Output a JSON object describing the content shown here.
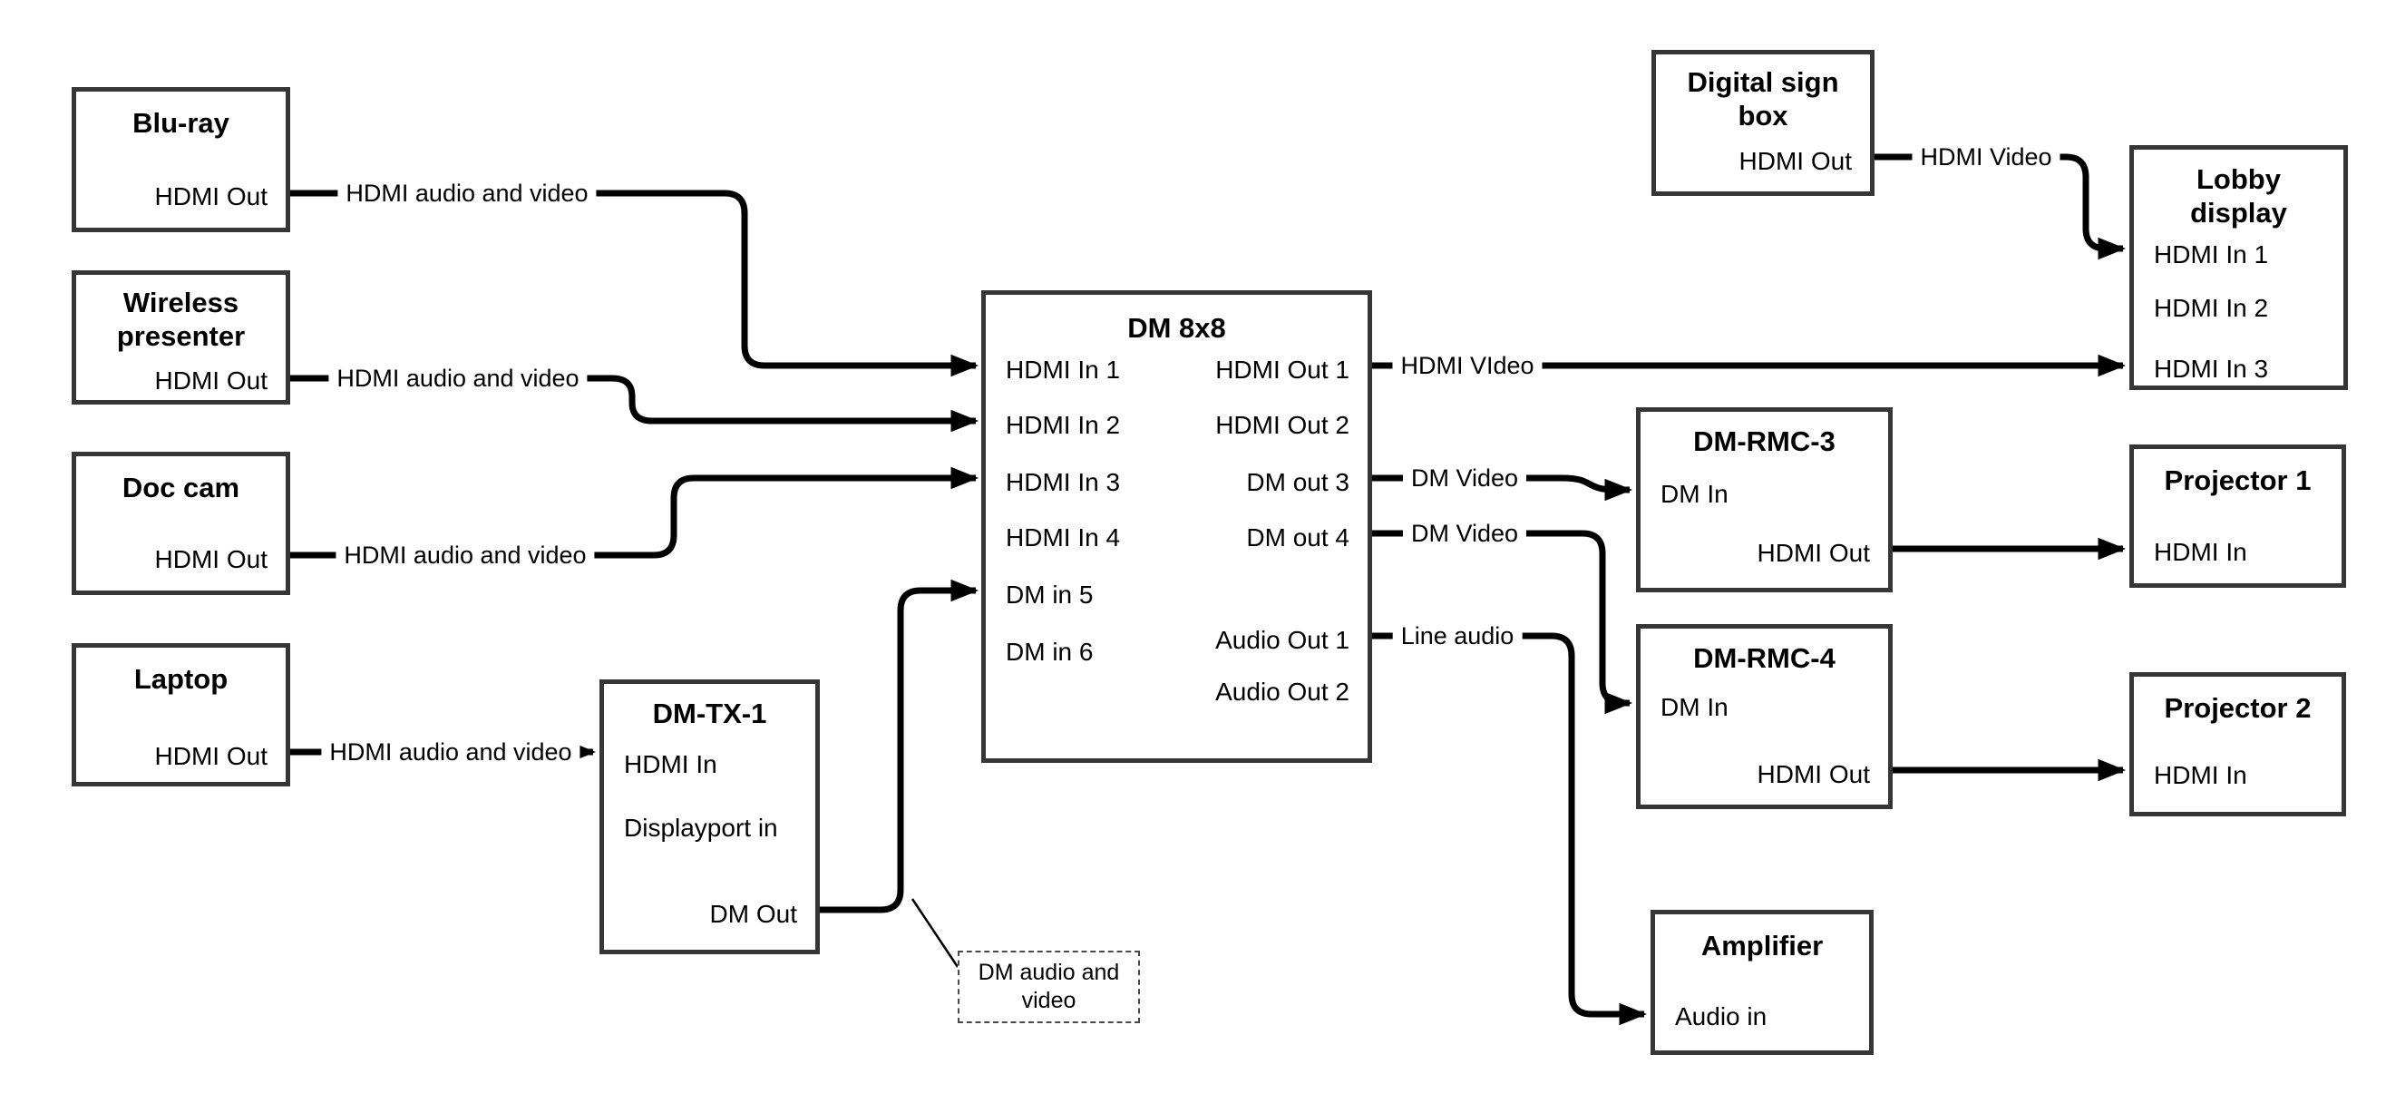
{
  "nodes": {
    "bluray": {
      "title": "Blu-ray",
      "ports": [
        {
          "label": "HDMI Out"
        }
      ]
    },
    "wireless": {
      "title": "Wireless\npresenter",
      "ports": [
        {
          "label": "HDMI Out"
        }
      ]
    },
    "doccam": {
      "title": "Doc cam",
      "ports": [
        {
          "label": "HDMI Out"
        }
      ]
    },
    "laptop": {
      "title": "Laptop",
      "ports": [
        {
          "label": "HDMI Out"
        }
      ]
    },
    "dmtx1": {
      "title": "DM-TX-1",
      "ports": [
        {
          "label": "HDMI In"
        },
        {
          "label": "Displayport in"
        },
        {
          "label": "DM Out"
        }
      ]
    },
    "dm8x8": {
      "title": "DM 8x8",
      "ports": [
        {
          "label": "HDMI In 1"
        },
        {
          "label": "HDMI In 2"
        },
        {
          "label": "HDMI In 3"
        },
        {
          "label": "HDMI In 4"
        },
        {
          "label": "DM in 5"
        },
        {
          "label": "DM in 6"
        },
        {
          "label": "HDMI Out 1"
        },
        {
          "label": "HDMI Out 2"
        },
        {
          "label": "DM out 3"
        },
        {
          "label": "DM out 4"
        },
        {
          "label": "Audio Out 1"
        },
        {
          "label": "Audio Out 2"
        }
      ]
    },
    "digitalsign": {
      "title": "Digital sign\nbox",
      "ports": [
        {
          "label": "HDMI Out"
        }
      ]
    },
    "lobby": {
      "title": "Lobby\ndisplay",
      "ports": [
        {
          "label": "HDMI In 1"
        },
        {
          "label": "HDMI In 2"
        },
        {
          "label": "HDMI In 3"
        }
      ]
    },
    "dmrmc3": {
      "title": "DM-RMC-3",
      "ports": [
        {
          "label": "DM In"
        },
        {
          "label": "HDMI Out"
        }
      ]
    },
    "proj1": {
      "title": "Projector 1",
      "ports": [
        {
          "label": "HDMI In"
        }
      ]
    },
    "dmrmc4": {
      "title": "DM-RMC-4",
      "ports": [
        {
          "label": "DM In"
        },
        {
          "label": "HDMI Out"
        }
      ]
    },
    "proj2": {
      "title": "Projector 2",
      "ports": [
        {
          "label": "HDMI In"
        }
      ]
    },
    "amplifier": {
      "title": "Amplifier",
      "ports": [
        {
          "label": "Audio in"
        }
      ]
    }
  },
  "edges": [
    {
      "id": "bluray-dm8x8",
      "from": "Blu-ray HDMI Out",
      "to": "DM 8x8 HDMI In 1",
      "label": "HDMI audio and video"
    },
    {
      "id": "wireless-dm8x8",
      "from": "Wireless presenter HDMI Out",
      "to": "DM 8x8 HDMI In 2",
      "label": "HDMI audio and video"
    },
    {
      "id": "doccam-dm8x8",
      "from": "Doc cam HDMI Out",
      "to": "DM 8x8 HDMI In 3",
      "label": "HDMI audio and video"
    },
    {
      "id": "laptop-dmtx1",
      "from": "Laptop HDMI Out",
      "to": "DM-TX-1 HDMI In",
      "label": "HDMI audio and video"
    },
    {
      "id": "dmtx1-dm8x8",
      "from": "DM-TX-1 DM Out",
      "to": "DM 8x8 DM in 5",
      "label": ""
    },
    {
      "id": "dm8x8-lobby",
      "from": "DM 8x8 HDMI Out 1",
      "to": "Lobby display HDMI In 3",
      "label": "HDMI VIdeo"
    },
    {
      "id": "dm8x8-rmc3",
      "from": "DM 8x8 DM out 3",
      "to": "DM-RMC-3 DM In",
      "label": "DM Video"
    },
    {
      "id": "dm8x8-rmc4",
      "from": "DM 8x8 DM out 4",
      "to": "DM-RMC-4 DM In",
      "label": "DM Video"
    },
    {
      "id": "dm8x8-amp",
      "from": "DM 8x8 Audio Out 1",
      "to": "Amplifier Audio in",
      "label": "Line audio"
    },
    {
      "id": "sign-lobby",
      "from": "Digital sign box HDMI Out",
      "to": "Lobby display HDMI In 1",
      "label": "HDMI Video"
    },
    {
      "id": "rmc3-proj1",
      "from": "DM-RMC-3 HDMI Out",
      "to": "Projector 1 HDMI In",
      "label": ""
    },
    {
      "id": "rmc4-proj2",
      "from": "DM-RMC-4 HDMI Out",
      "to": "Projector 2 HDMI In",
      "label": ""
    }
  ],
  "annotation": {
    "text": "DM audio and video"
  },
  "colors": {
    "line": "#000000",
    "box_border": "#363636",
    "background": "#ffffff"
  }
}
